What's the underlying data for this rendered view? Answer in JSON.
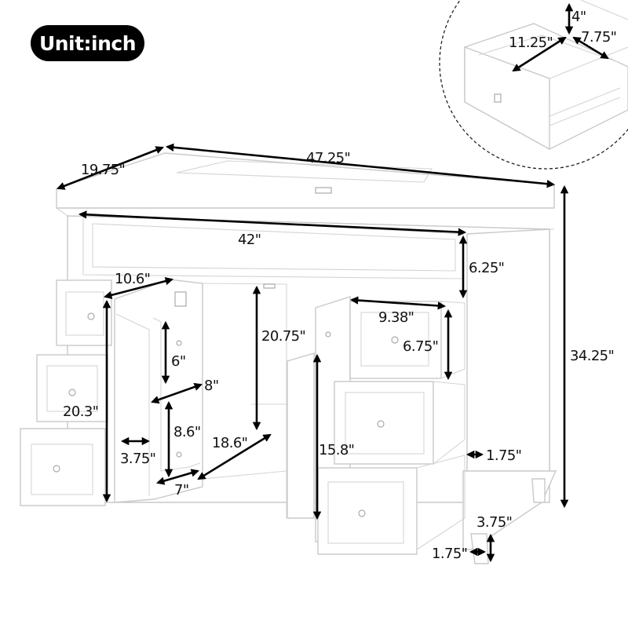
{
  "badge": {
    "label": "Unit:inch"
  },
  "diagram": {
    "subject": "bathroom vanity cabinet with sink top, 6 drawers and one door",
    "detail_inset": {
      "subject": "open drawer interior",
      "dimensions": {
        "drawer_height": "4\"",
        "drawer_width": "11.25\"",
        "drawer_depth": "7.75\""
      }
    },
    "dimensions": {
      "overall_depth": "19.75\"",
      "overall_width": "47.25\"",
      "overall_height": "34.25\"",
      "inner_width": "42\"",
      "top_panel_height": "6.25\"",
      "door_width": "10.6\"",
      "door_height": "20.3\"",
      "shelf_upper_height": "6\"",
      "shelf_width": "8\"",
      "shelf_lower_height": "8.6\"",
      "shelf_side_gap": "3.75\"",
      "shelf_depth": "7\"",
      "cabinet_depth": "18.6\"",
      "cabinet_opening_height": "20.75\"",
      "right_drawer_width": "9.38\"",
      "right_drawer_height": "6.75\"",
      "right_side_height": "15.8\"",
      "side_panel_gap": "1.75\"",
      "leg_width": "3.75\"",
      "leg_depth": "1.75\""
    }
  }
}
